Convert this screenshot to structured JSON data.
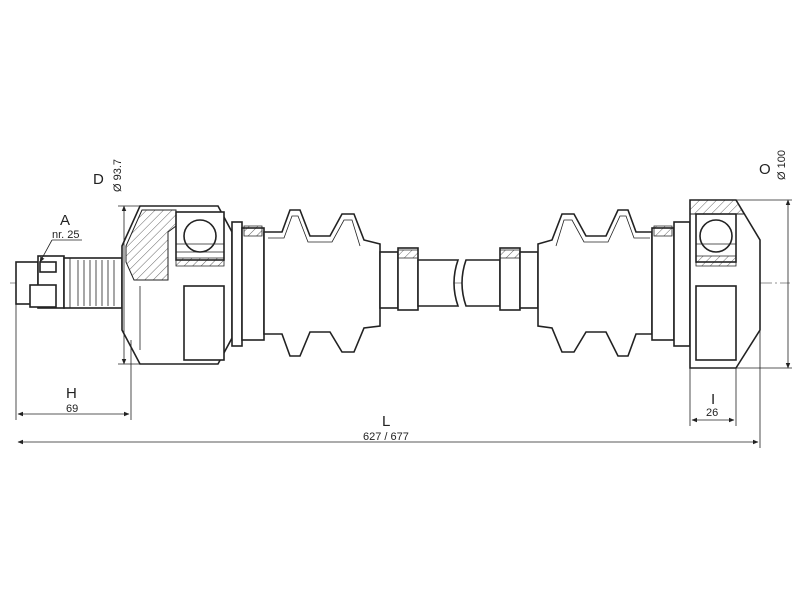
{
  "dimensions": {
    "A": {
      "letter": "A",
      "value": "nr. 25"
    },
    "D": {
      "letter": "D",
      "value": "Ø 93.7"
    },
    "O": {
      "letter": "O",
      "value": "Ø 100"
    },
    "H": {
      "letter": "H",
      "value": "69"
    },
    "L": {
      "letter": "L",
      "value": "627 / 677"
    },
    "I": {
      "letter": "I",
      "value": "26"
    }
  }
}
